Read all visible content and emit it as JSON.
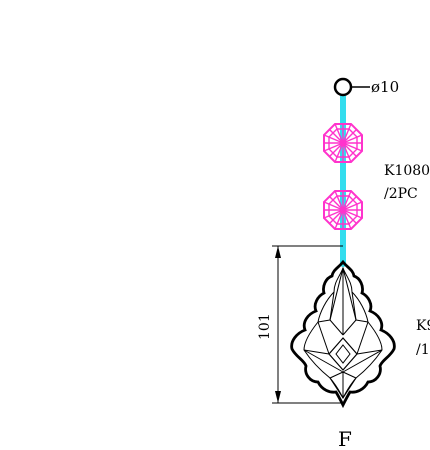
{
  "ring_label": "ø10",
  "octagon_bead": {
    "code": "K1080",
    "qty": "/2PC"
  },
  "pendant": {
    "code": "K9",
    "qty": "/1",
    "dimension": "101"
  },
  "figure_label": "F",
  "colors": {
    "chain": "#33ddee",
    "bead": "#ff33cc",
    "outline": "#000000",
    "background": "#ffffff"
  }
}
